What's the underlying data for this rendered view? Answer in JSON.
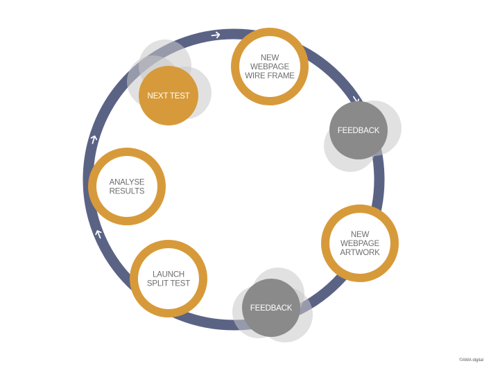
{
  "colors": {
    "ring": "#5b6385",
    "orange": "#d79a3a",
    "grey_dark": "#8a8a8a",
    "grey_light": "#c9c9c9",
    "white": "#ffffff",
    "label_dark": "#6d6d6d",
    "label_light": "#ffffff"
  },
  "nodes": [
    {
      "id": "new-webpage-wire-frame",
      "style": "orange-ring",
      "lines": [
        "NEW",
        "WEBPAGE",
        "WIRE FRAME"
      ]
    },
    {
      "id": "feedback-top",
      "style": "grey",
      "lines": [
        "FEEDBACK"
      ]
    },
    {
      "id": "new-webpage-artwork",
      "style": "orange-ring",
      "lines": [
        "NEW",
        "WEBPAGE",
        "ARTWORK"
      ]
    },
    {
      "id": "feedback-bottom",
      "style": "grey",
      "lines": [
        "FEEDBACK"
      ]
    },
    {
      "id": "launch-split-test",
      "style": "orange-ring",
      "lines": [
        "LAUNCH",
        "SPLIT TEST"
      ]
    },
    {
      "id": "analyse-results",
      "style": "orange-ring",
      "lines": [
        "ANALYSE",
        "RESULTS"
      ]
    },
    {
      "id": "next-test",
      "style": "orange-filled",
      "lines": [
        "NEXT TEST"
      ]
    }
  ],
  "arrow_glyph": "›",
  "credit": "©AWA digital"
}
